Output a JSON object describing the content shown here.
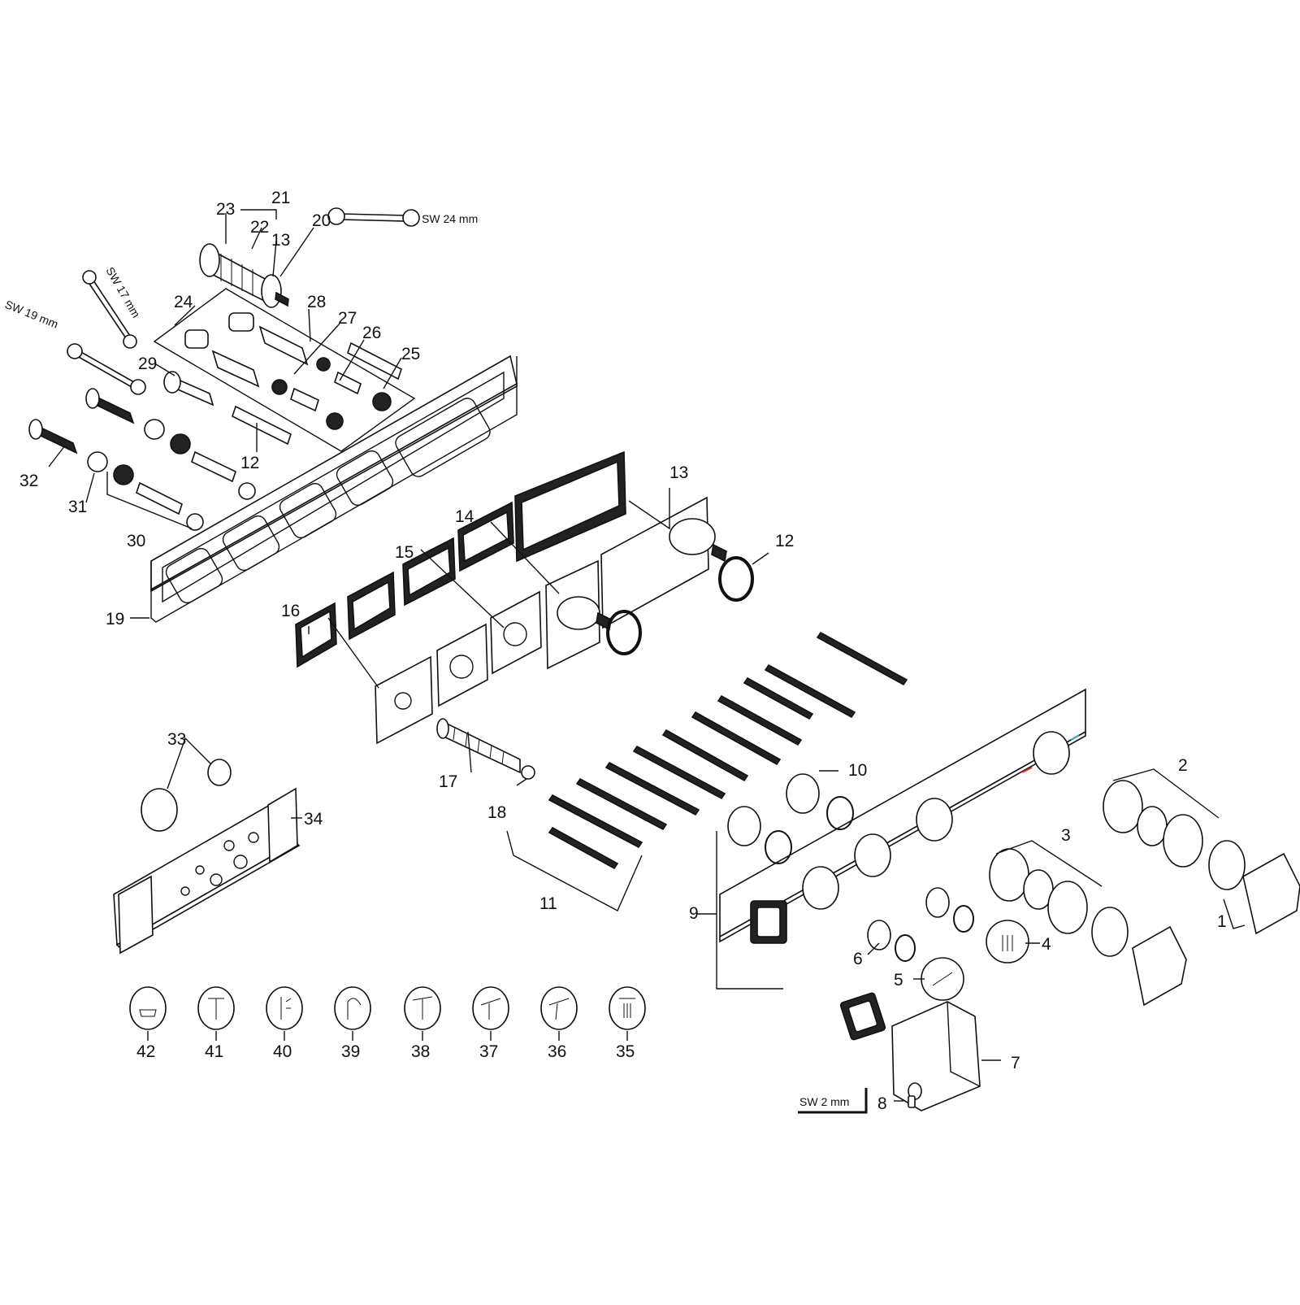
{
  "diagram": {
    "labels": [
      {
        "id": "1",
        "text": "1"
      },
      {
        "id": "2",
        "text": "2"
      },
      {
        "id": "3",
        "text": "3"
      },
      {
        "id": "4",
        "text": "4"
      },
      {
        "id": "5",
        "text": "5"
      },
      {
        "id": "6",
        "text": "6"
      },
      {
        "id": "7",
        "text": "7"
      },
      {
        "id": "8",
        "text": "8"
      },
      {
        "id": "9",
        "text": "9"
      },
      {
        "id": "10",
        "text": "10"
      },
      {
        "id": "11",
        "text": "11"
      },
      {
        "id": "12a",
        "text": "12"
      },
      {
        "id": "12b",
        "text": "12"
      },
      {
        "id": "13a",
        "text": "13"
      },
      {
        "id": "13b",
        "text": "13"
      },
      {
        "id": "14",
        "text": "14"
      },
      {
        "id": "15",
        "text": "15"
      },
      {
        "id": "16",
        "text": "16"
      },
      {
        "id": "17",
        "text": "17"
      },
      {
        "id": "18",
        "text": "18"
      },
      {
        "id": "19",
        "text": "19"
      },
      {
        "id": "20",
        "text": "20"
      },
      {
        "id": "21",
        "text": "21"
      },
      {
        "id": "22",
        "text": "22"
      },
      {
        "id": "23",
        "text": "23"
      },
      {
        "id": "24",
        "text": "24"
      },
      {
        "id": "25",
        "text": "25"
      },
      {
        "id": "26",
        "text": "26"
      },
      {
        "id": "27",
        "text": "27"
      },
      {
        "id": "28",
        "text": "28"
      },
      {
        "id": "29",
        "text": "29"
      },
      {
        "id": "30",
        "text": "30"
      },
      {
        "id": "31",
        "text": "31"
      },
      {
        "id": "32",
        "text": "32"
      },
      {
        "id": "33",
        "text": "33"
      },
      {
        "id": "34",
        "text": "34"
      },
      {
        "id": "35",
        "text": "35"
      },
      {
        "id": "36",
        "text": "36"
      },
      {
        "id": "37",
        "text": "37"
      },
      {
        "id": "38",
        "text": "38"
      },
      {
        "id": "39",
        "text": "39"
      },
      {
        "id": "40",
        "text": "40"
      },
      {
        "id": "41",
        "text": "41"
      },
      {
        "id": "42",
        "text": "42"
      }
    ],
    "tools": {
      "sw24": "SW 24 mm",
      "sw17": "SW 17 mm",
      "sw19": "SW 19 mm",
      "sw2": "SW 2 mm"
    },
    "colors": {
      "line": "#111111",
      "hot": "#e03030",
      "cold": "#3aa8b8"
    }
  }
}
